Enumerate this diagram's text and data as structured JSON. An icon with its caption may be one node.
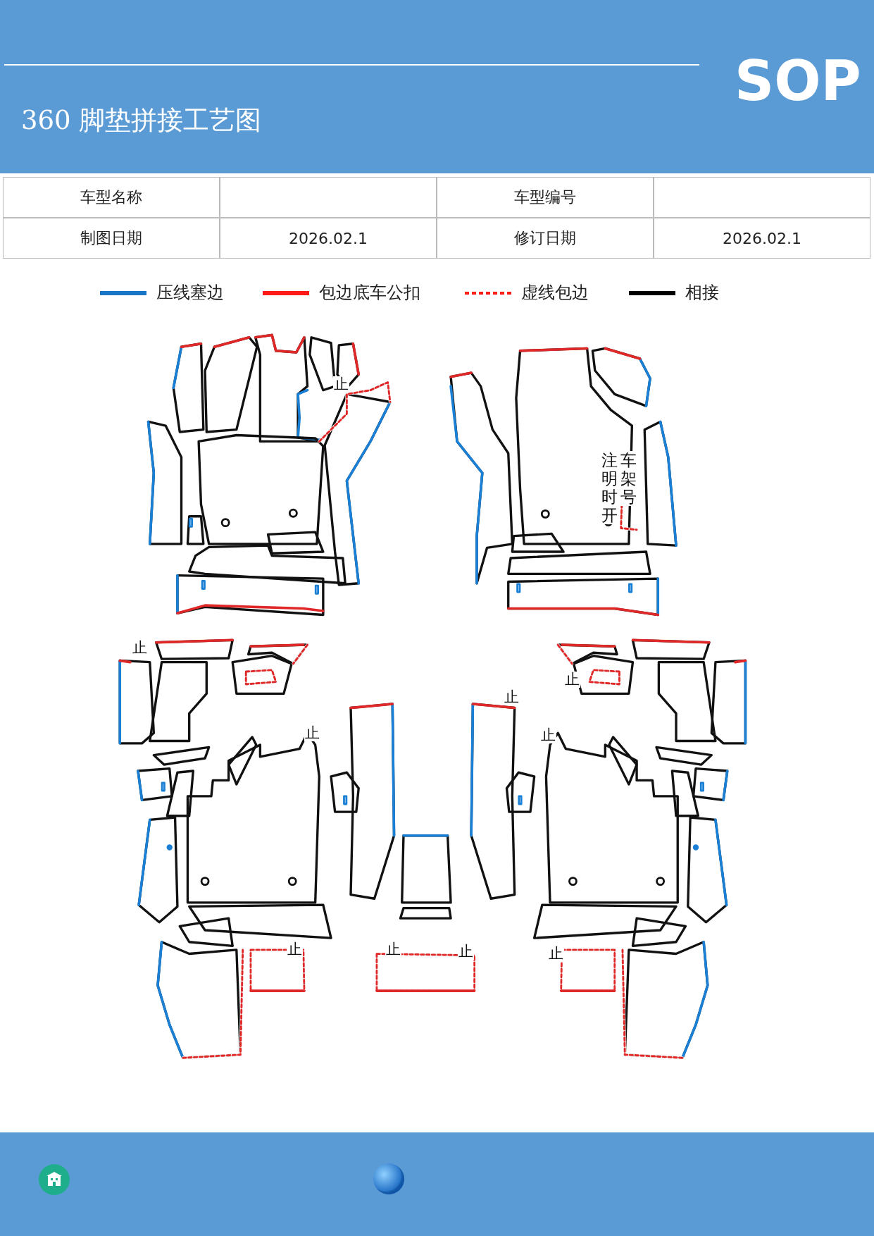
{
  "diagram": {
    "title": "360 脚垫拼接工艺图",
    "labels": [
      "SOP",
      "车型名称",
      "车型编号",
      "制图日期",
      "2026.02.1",
      "修订日期",
      "2026.02.1",
      "止",
      "车架号",
      "注明时开",
      "止",
      "止",
      "止",
      "止",
      "止",
      "止",
      "止",
      "止",
      "止"
    ],
    "legend": [
      {
        "text": "压线塞边",
        "color": "#1a75c4"
      },
      {
        "text": "包边底车公扣",
        "color": "#ff1a1a"
      },
      {
        "text": "虚线包边"
      },
      {
        "text": "相接",
        "color": "#000000"
      }
    ]
  }
}
